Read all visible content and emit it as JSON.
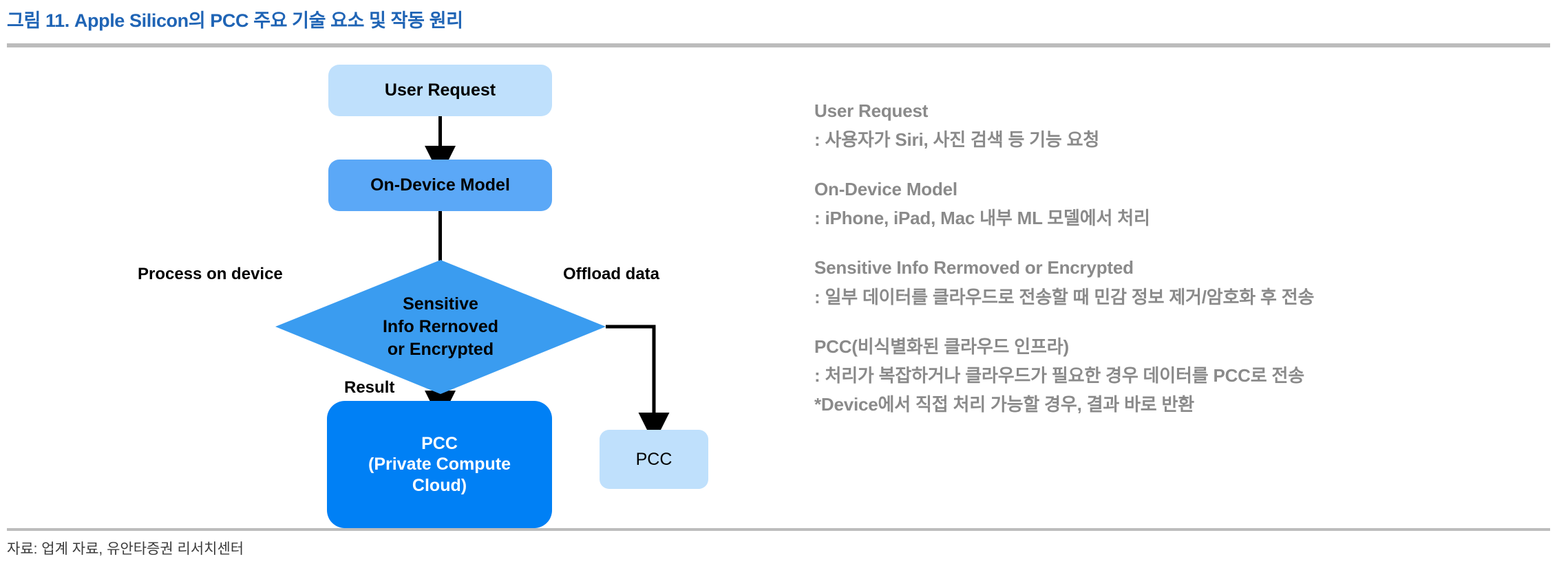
{
  "title": "그림 11. Apple Silicon의 PCC 주요 기술 요소 및 작동 원리",
  "footer": "자료: 업계 자료, 유안타증권 리서치센터",
  "colors": {
    "title": "#1f64b5",
    "rule": "#bcbcbc",
    "light_blue": "#bfe0fc",
    "mid_blue": "#5ba8f7",
    "diamond_blue": "#3a9cf0",
    "deep_blue": "#0080f5",
    "panel_text": "#8a8a8a",
    "connector": "#000000"
  },
  "flow": {
    "nodes": {
      "user_request": "User Request",
      "on_device_model": "On-Device Model",
      "diamond": {
        "line1": "Sensitive",
        "line2": "Info Rernoved",
        "line3": "or Encrypted"
      },
      "pcc_right": "PCC",
      "pcc_main": {
        "line1": "PCC",
        "line2": "(Private Compute",
        "line3": "Cloud)"
      }
    },
    "edge_labels": {
      "process_on_device": "Process on device",
      "offload_data": "Offload data",
      "result": "Result"
    }
  },
  "panel": {
    "blocks": [
      {
        "heading": "User Request",
        "lines": [
          ": 사용자가 Siri, 사진 검색 등 기능 요청"
        ]
      },
      {
        "heading": "On-Device Model",
        "lines": [
          ": iPhone, iPad, Mac 내부 ML 모델에서 처리"
        ]
      },
      {
        "heading": "Sensitive Info Rermoved or Encrypted",
        "lines": [
          ": 일부 데이터를 클라우드로 전송할 때 민감 정보 제거/암호화 후 전송"
        ]
      },
      {
        "heading": "PCC(비식별화된 클라우드 인프라)",
        "lines": [
          ": 처리가 복잡하거나 클라우드가 필요한 경우 데이터를 PCC로 전송",
          "*Device에서 직접 처리 가능할 경우, 결과 바로 반환"
        ]
      }
    ]
  }
}
